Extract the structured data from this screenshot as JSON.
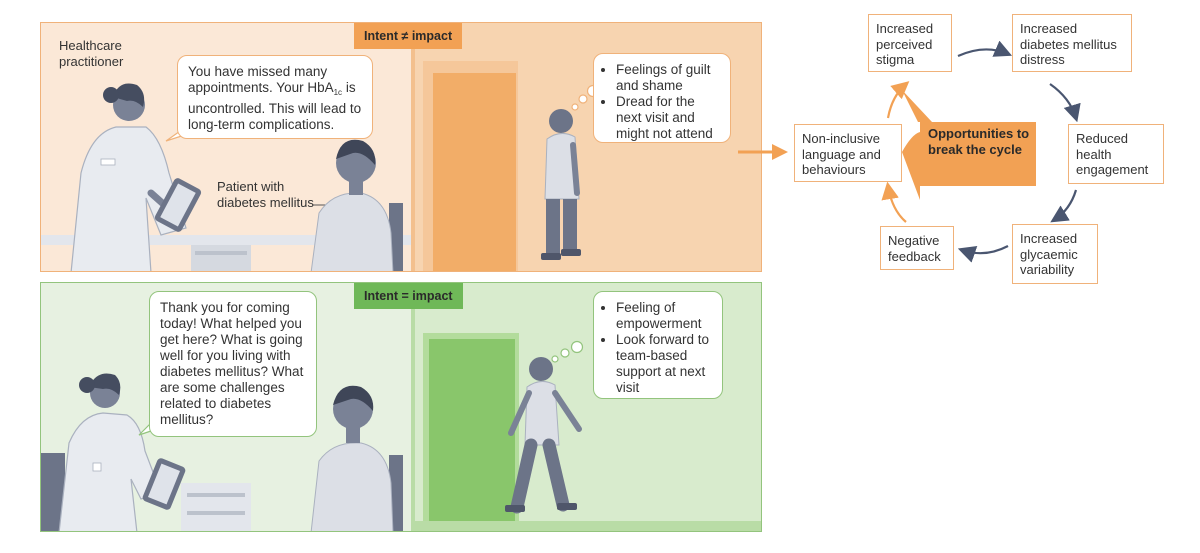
{
  "colors": {
    "orange_fill": "#fbe8d7",
    "orange_accent": "#f2a154",
    "orange_border": "#f0b27a",
    "green_fill": "#e7f1e1",
    "green_accent": "#6fb858",
    "green_border": "#93c47d",
    "figure_dark": "#6c7488",
    "figure_light": "#dcdfe6",
    "cycle_arrow": "#4a5670"
  },
  "top_panel": {
    "intent_label": "Intent ≠ impact",
    "practitioner_label": "Healthcare practitioner",
    "patient_label": "Patient with diabetes mellitus",
    "speech": {
      "before_sub": "You have missed many appointments. Your HbA",
      "sub": "1c",
      "after_sub": " is uncontrolled. This will lead to long-term complications."
    },
    "thought": [
      "Feelings of guilt and shame",
      "Dread for the next visit and might not attend"
    ]
  },
  "bottom_panel": {
    "intent_label": "Intent = impact",
    "speech": "Thank you for coming today! What helped you get here? What is going well for you living with diabetes mellitus? What are some challenges related to diabetes mellitus?",
    "thought": [
      "Feeling of empowerment",
      "Look forward to team-based support at next visit"
    ]
  },
  "cycle": {
    "center": "Opportunities to break the cycle",
    "nodes": {
      "stigma": "Increased perceived stigma",
      "distress": "Increased diabetes mellitus distress",
      "engagement": "Reduced health engagement",
      "variability": "Increased glycaemic variability",
      "feedback": "Negative feedback",
      "language": "Non-inclusive language and behaviours"
    }
  }
}
